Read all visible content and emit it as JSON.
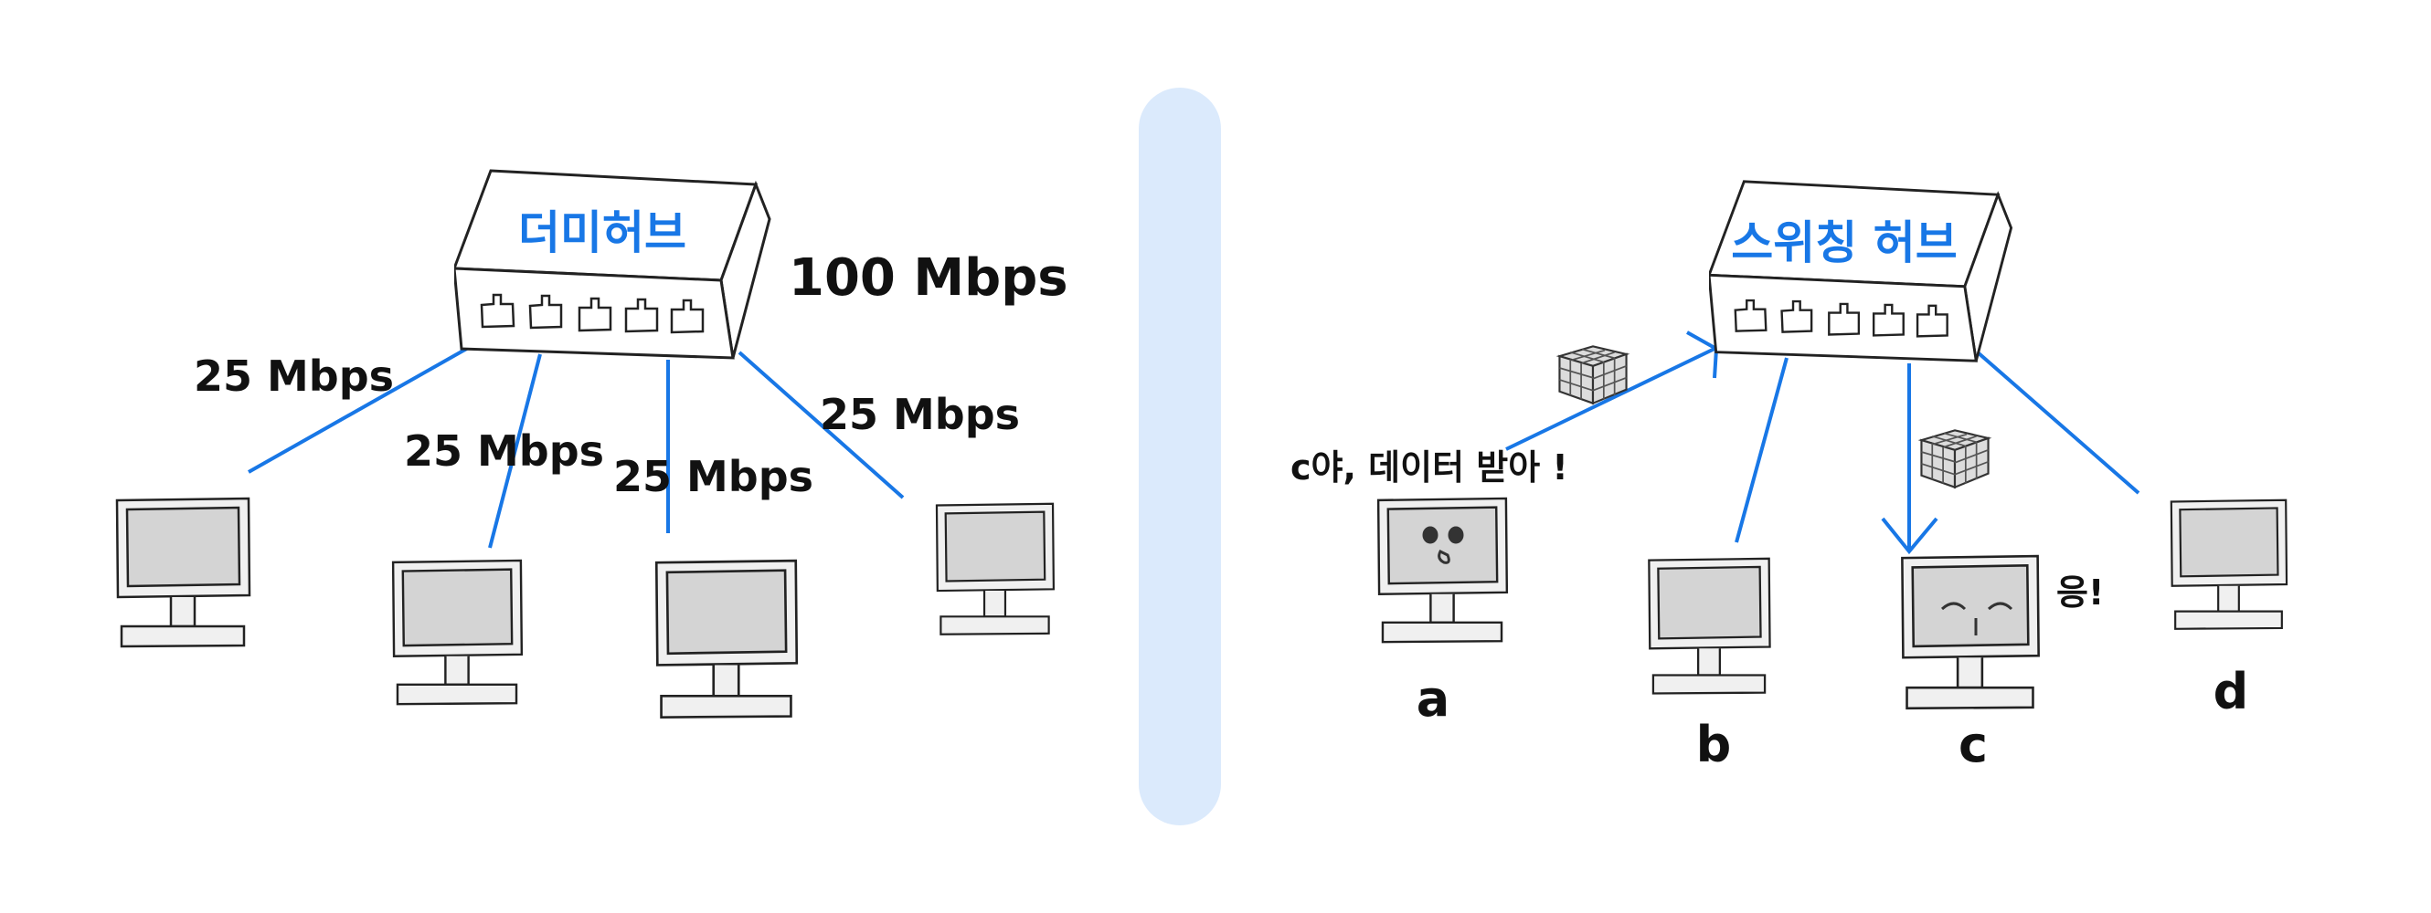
{
  "colors": {
    "accent": "#1877e6",
    "divider": "#dbeafc",
    "monitor_body": "#f0f0f0",
    "monitor_screen": "#d4d4d4",
    "packet": "#d8d8d8"
  },
  "left": {
    "hub_label": "더미허브",
    "hub_speed": "100 Mbps",
    "link_speeds": [
      "25 Mbps",
      "25 Mbps",
      "25 Mbps",
      "25 Mbps"
    ]
  },
  "right": {
    "hub_label": "스위칭 허브",
    "speech_sender": "c야, 데이터 받아 !",
    "speech_receiver": "응!",
    "pc_letters": [
      "a",
      "b",
      "c",
      "d"
    ]
  },
  "icons": [
    "dummy-hub-icon",
    "switching-hub-icon",
    "monitor-icon",
    "data-packet-icon"
  ]
}
